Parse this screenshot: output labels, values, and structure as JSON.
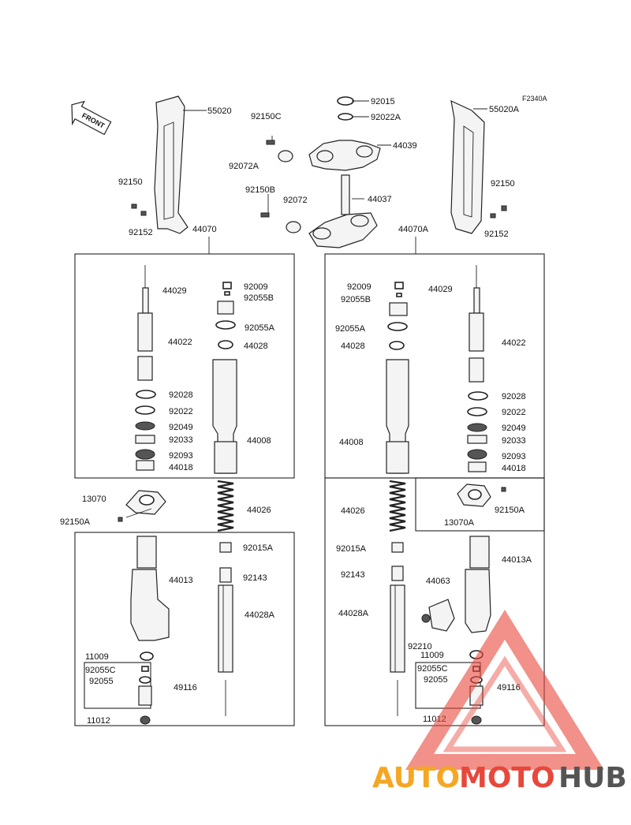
{
  "diagram": {
    "ref_code": "F2340A",
    "front_label": "FRONT",
    "callouts": [
      {
        "id": "55020",
        "text": "55020"
      },
      {
        "id": "92150C",
        "text": "92150C"
      },
      {
        "id": "92015",
        "text": "92015"
      },
      {
        "id": "92022A",
        "text": "92022A"
      },
      {
        "id": "44039",
        "text": "44039"
      },
      {
        "id": "55020A",
        "text": "55020A"
      },
      {
        "id": "92072A",
        "text": "92072A"
      },
      {
        "id": "92150L",
        "text": "92150"
      },
      {
        "id": "92150B",
        "text": "92150B"
      },
      {
        "id": "92072",
        "text": "92072"
      },
      {
        "id": "44037",
        "text": "44037"
      },
      {
        "id": "92150R",
        "text": "92150"
      },
      {
        "id": "92152L",
        "text": "92152"
      },
      {
        "id": "44070",
        "text": "44070"
      },
      {
        "id": "44070A",
        "text": "44070A"
      },
      {
        "id": "92152R",
        "text": "92152"
      },
      {
        "id": "44029L",
        "text": "44029"
      },
      {
        "id": "92009L",
        "text": "92009"
      },
      {
        "id": "92055BL",
        "text": "92055B"
      },
      {
        "id": "92055AL",
        "text": "92055A"
      },
      {
        "id": "44022L",
        "text": "44022"
      },
      {
        "id": "44028L",
        "text": "44028"
      },
      {
        "id": "92028L",
        "text": "92028"
      },
      {
        "id": "92022L",
        "text": "92022"
      },
      {
        "id": "92049L",
        "text": "92049"
      },
      {
        "id": "92033L",
        "text": "92033"
      },
      {
        "id": "44008L",
        "text": "44008"
      },
      {
        "id": "92093L",
        "text": "92093"
      },
      {
        "id": "44018L",
        "text": "44018"
      },
      {
        "id": "13070",
        "text": "13070"
      },
      {
        "id": "44026L",
        "text": "44026"
      },
      {
        "id": "92150A_L",
        "text": "92150A"
      },
      {
        "id": "92015AL",
        "text": "92015A"
      },
      {
        "id": "44013",
        "text": "44013"
      },
      {
        "id": "92143L",
        "text": "92143"
      },
      {
        "id": "44028AL",
        "text": "44028A"
      },
      {
        "id": "11009L",
        "text": "11009"
      },
      {
        "id": "92055CL",
        "text": "92055C"
      },
      {
        "id": "92055L",
        "text": "92055"
      },
      {
        "id": "49116L",
        "text": "49116"
      },
      {
        "id": "11012L",
        "text": "11012"
      },
      {
        "id": "92009R",
        "text": "92009"
      },
      {
        "id": "44029R",
        "text": "44029"
      },
      {
        "id": "92055BR",
        "text": "92055B"
      },
      {
        "id": "92055AR",
        "text": "92055A"
      },
      {
        "id": "44028R",
        "text": "44028"
      },
      {
        "id": "44022R",
        "text": "44022"
      },
      {
        "id": "92028R",
        "text": "92028"
      },
      {
        "id": "92022R",
        "text": "92022"
      },
      {
        "id": "92049R",
        "text": "92049"
      },
      {
        "id": "44008R",
        "text": "44008"
      },
      {
        "id": "92033R",
        "text": "92033"
      },
      {
        "id": "92093R",
        "text": "92093"
      },
      {
        "id": "44018R",
        "text": "44018"
      },
      {
        "id": "44026R",
        "text": "44026"
      },
      {
        "id": "92150A_R",
        "text": "92150A"
      },
      {
        "id": "13070A",
        "text": "13070A"
      },
      {
        "id": "92015AR",
        "text": "92015A"
      },
      {
        "id": "44013A",
        "text": "44013A"
      },
      {
        "id": "92143R",
        "text": "92143"
      },
      {
        "id": "44063",
        "text": "44063"
      },
      {
        "id": "44028AR",
        "text": "44028A"
      },
      {
        "id": "92210",
        "text": "92210"
      },
      {
        "id": "11009R",
        "text": "11009"
      },
      {
        "id": "92055CR",
        "text": "92055C"
      },
      {
        "id": "92055R",
        "text": "92055"
      },
      {
        "id": "49116R",
        "text": "49116"
      },
      {
        "id": "11012R",
        "text": "11012"
      }
    ]
  },
  "watermark": {
    "part1": "AUTO",
    "part2": "MOTO",
    "part3": "HUB",
    "color1": "#f5a623",
    "color2": "#e8473b",
    "color3": "#555555"
  }
}
